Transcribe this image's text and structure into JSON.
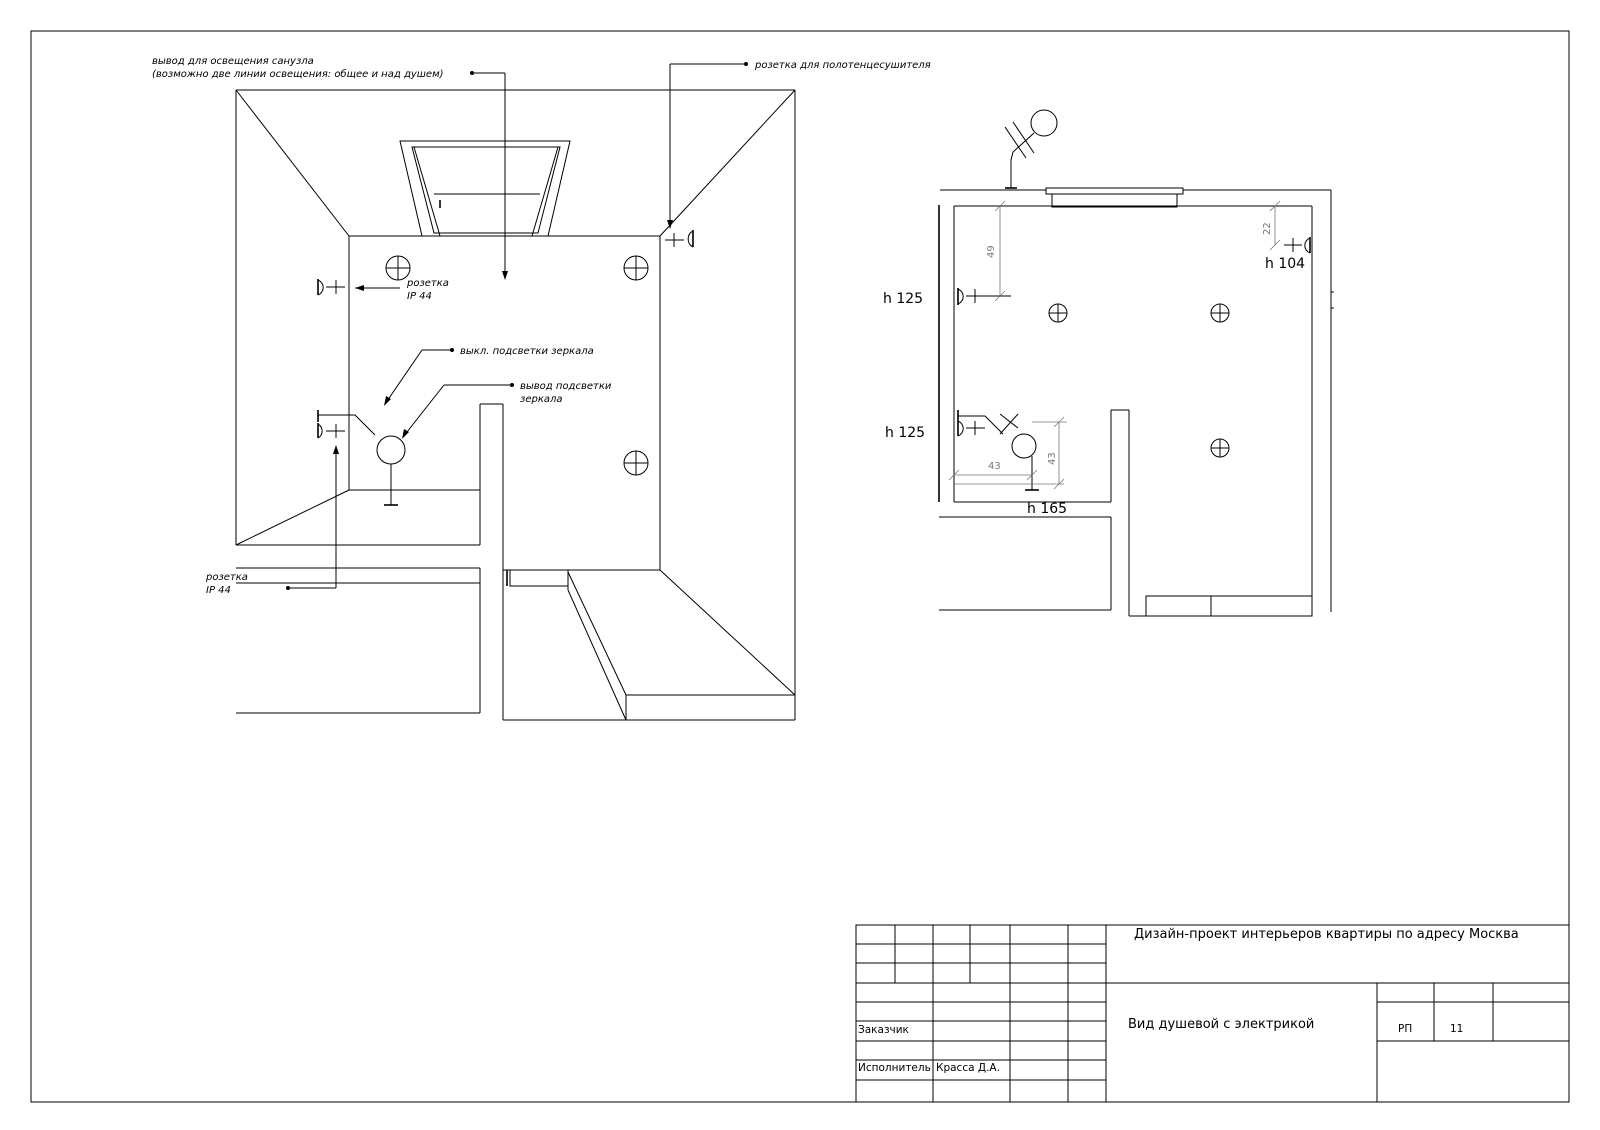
{
  "annotations": {
    "lighting_outlet_line1": "вывод для освещения санузла",
    "lighting_outlet_line2": "(возможно две линии освещения: общее и над душем)",
    "towel_dryer_socket": "розетка для полотенцесушителя",
    "socket_ip44_a_line1": "розетка",
    "socket_ip44_a_line2": "IP 44",
    "mirror_switch": "выкл. подсветки зеркала",
    "mirror_outlet_line1": "вывод подсветки",
    "mirror_outlet_line2": "зеркала",
    "socket_ip44_b_line1": "розетка",
    "socket_ip44_b_line2": "IP 44"
  },
  "plan": {
    "heights": {
      "left_upper": "h 125",
      "left_lower": "h 125",
      "right": "h 104",
      "bottom": "h 165"
    },
    "dimensions": {
      "vertical_left": "49",
      "vertical_right": "22",
      "vertical_lower": "43",
      "horizontal_lower": "43"
    }
  },
  "title_block": {
    "project_title": "Дизайн-проект интерьеров квартиры по адресу Москва",
    "sheet_title": "Вид душевой с электрикой",
    "customer_label": "Заказчик",
    "executor_label": "Исполнитель",
    "executor_name": "Красса Д.А.",
    "stage": "РП",
    "sheet_number": "11"
  }
}
